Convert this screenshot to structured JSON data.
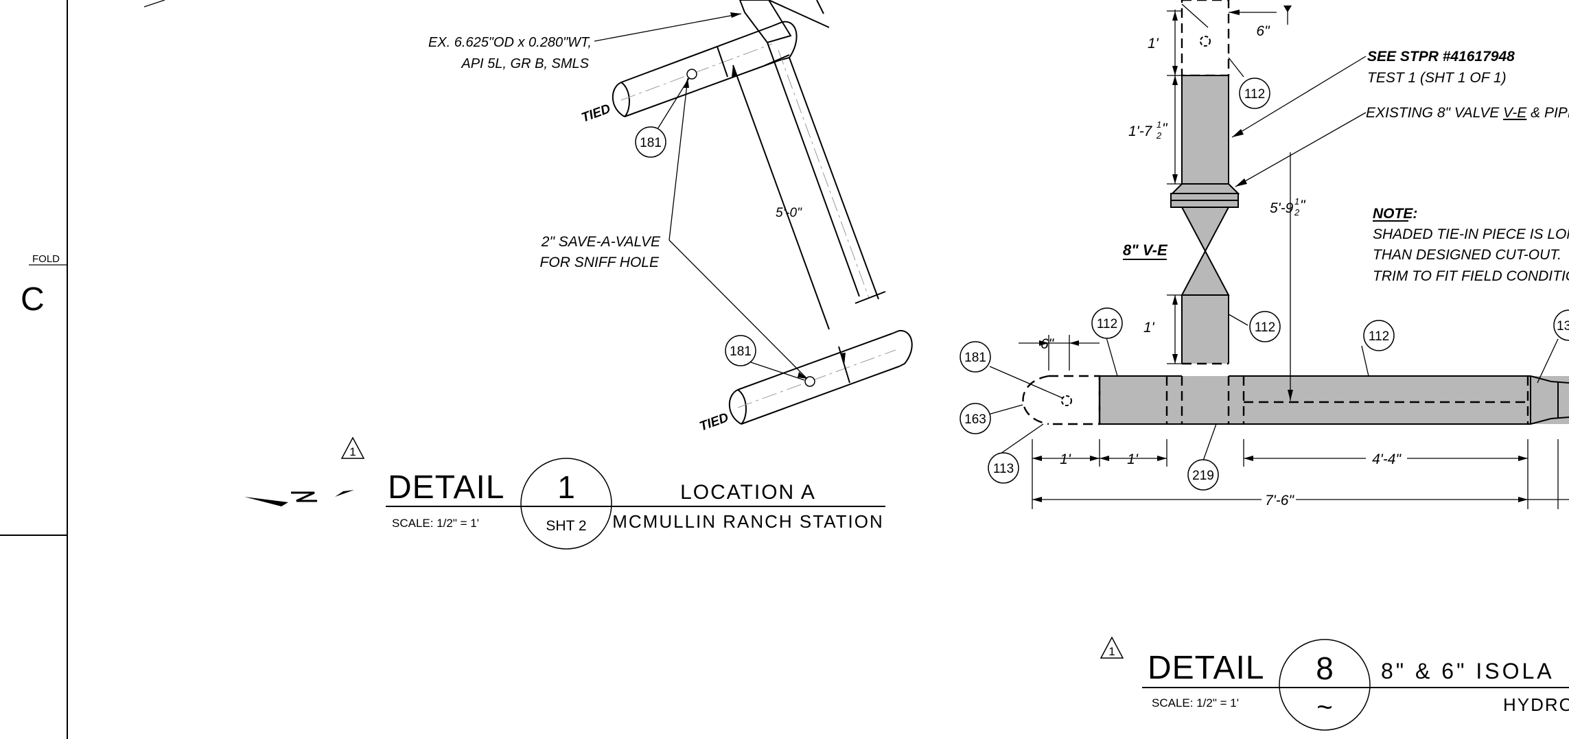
{
  "border": {
    "fold_label": "FOLD",
    "zone_letter": "C"
  },
  "detail1": {
    "labels": {
      "pipe_spec_line1": "EX. 6.625\"OD x 0.280\"WT,",
      "pipe_spec_line2": "API 5L, GR B, SMLS",
      "valve_line1": "2\" SAVE-A-VALVE",
      "valve_line2": "FOR SNIFF HOLE",
      "tied_upper": "TIED",
      "tied_lower": "TIED",
      "dim_length": "5'-0\""
    },
    "bubbles": {
      "upper": "181",
      "lower": "181"
    },
    "title_block": {
      "revision": "1",
      "word": "DETAIL",
      "number": "1",
      "sheet": "SHT 2",
      "scale": "SCALE: 1/2\" = 1'",
      "line1": "LOCATION A",
      "line2": "MCMULLIN RANCH STATION"
    }
  },
  "detail8": {
    "labels": {
      "see_stpr": "SEE STPR #41617948",
      "test_ref": "TEST 1 (SHT 1 OF 1)",
      "existing_valve_pre": "EXISTING 8\" VALVE ",
      "existing_valve_ve": "V-E",
      "existing_valve_post": " & PIPI",
      "valve_tag": "8\" V-E",
      "note_title": "NOTE:",
      "note_line1": "SHADED TIE-IN PIECE IS LON",
      "note_line2": "THAN DESIGNED CUT-OUT.",
      "note_line3": "TRIM TO FIT FIELD CONDITIC"
    },
    "dimensions": {
      "top_6": "6\"",
      "top_1": "1'",
      "riser_1": "1'-7",
      "riser_1_frac_num": "1",
      "riser_1_frac_den": "2",
      "riser_1_tail": "\"",
      "drop_5": "5'-9",
      "drop_5_frac_num": "1",
      "drop_5_frac_den": "2",
      "drop_5_tail": "\"",
      "branch_1": "1'",
      "left_6": "6\"",
      "bottom_1a": "1'",
      "bottom_1b": "1'",
      "bottom_4": "4'-4\"",
      "overall": "7'-6\""
    },
    "bubbles": {
      "b112_top": "112",
      "b112_left": "112",
      "b112_branch": "112",
      "b112_run": "112",
      "b181": "181",
      "b163": "163",
      "b113": "113",
      "b219": "219",
      "b13_partial": "13"
    },
    "title_block": {
      "revision": "1",
      "word": "DETAIL",
      "number": "8",
      "sheet_symbol": "~",
      "scale": "SCALE: 1/2\" = 1'",
      "line1": "8\" & 6\" ISOLA",
      "line2": "HYDRO"
    }
  }
}
